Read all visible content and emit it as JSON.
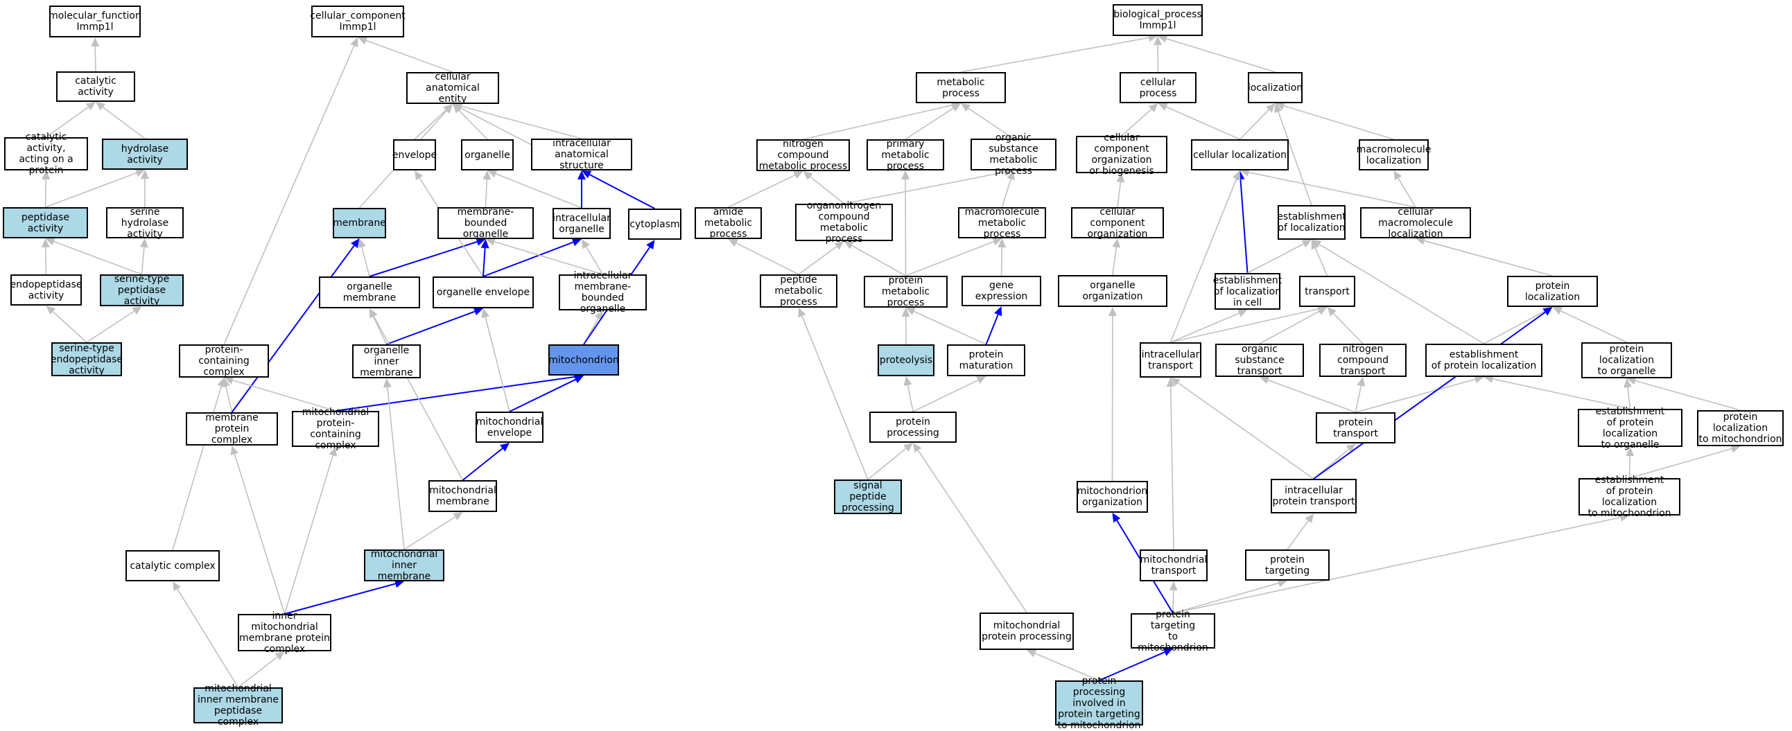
{
  "colors": {
    "plain": "#ffffff",
    "highlight": "#add8e6",
    "focus": "#6495ed",
    "edge": "#c0c0c0",
    "blue_edge": "#0000ff"
  },
  "nodes": {
    "mf_root": {
      "label": "molecular_function\nImmp1l",
      "style": "plain"
    },
    "catalytic_activity": {
      "label": "catalytic activity",
      "style": "plain"
    },
    "cat_protein": {
      "label": "catalytic activity,\nacting on a\nprotein",
      "style": "plain"
    },
    "hydrolase": {
      "label": "hydrolase activity",
      "style": "highlight"
    },
    "peptidase": {
      "label": "peptidase activity",
      "style": "highlight"
    },
    "serine_hydrolase": {
      "label": "serine hydrolase\nactivity",
      "style": "plain"
    },
    "endopeptidase": {
      "label": "endopeptidase\nactivity",
      "style": "plain"
    },
    "serine_peptidase": {
      "label": "serine-type\npeptidase activity",
      "style": "highlight"
    },
    "serine_endopeptidase": {
      "label": "serine-type\nendopeptidase\nactivity",
      "style": "highlight"
    },
    "cc_root": {
      "label": "cellular_component\nImmp1l",
      "style": "plain"
    },
    "cae": {
      "label": "cellular anatomical\nentity",
      "style": "plain"
    },
    "envelope": {
      "label": "envelope",
      "style": "plain"
    },
    "organelle": {
      "label": "organelle",
      "style": "plain"
    },
    "ias": {
      "label": "intracellular\nanatomical structure",
      "style": "plain"
    },
    "membrane": {
      "label": "membrane",
      "style": "highlight"
    },
    "mbo": {
      "label": "membrane-bounded\norganelle",
      "style": "plain"
    },
    "io": {
      "label": "intracellular\norganelle",
      "style": "plain"
    },
    "cytoplasm": {
      "label": "cytoplasm",
      "style": "plain"
    },
    "org_membrane": {
      "label": "organelle membrane",
      "style": "plain"
    },
    "org_envelope": {
      "label": "organelle envelope",
      "style": "plain"
    },
    "imbo": {
      "label": "intracellular\nmembrane-bounded\norganelle",
      "style": "plain"
    },
    "pcc": {
      "label": "protein-containing\ncomplex",
      "style": "plain"
    },
    "oim": {
      "label": "organelle inner\nmembrane",
      "style": "plain"
    },
    "mitochondrion": {
      "label": "mitochondrion",
      "style": "focus"
    },
    "mpc": {
      "label": "membrane protein\ncomplex",
      "style": "plain"
    },
    "mpcc": {
      "label": "mitochondrial\nprotein-containing\ncomplex",
      "style": "plain"
    },
    "mito_env": {
      "label": "mitochondrial\nenvelope",
      "style": "plain"
    },
    "mito_mem": {
      "label": "mitochondrial\nmembrane",
      "style": "plain"
    },
    "cat_complex": {
      "label": "catalytic complex",
      "style": "plain"
    },
    "mim": {
      "label": "mitochondrial\ninner membrane",
      "style": "highlight"
    },
    "imm_pc": {
      "label": "inner mitochondrial\nmembrane protein\ncomplex",
      "style": "plain"
    },
    "mimpc": {
      "label": "mitochondrial\ninner membrane\npeptidase complex",
      "style": "highlight"
    },
    "bp_root": {
      "label": "biological_process\nImmp1l",
      "style": "plain"
    },
    "metabolic": {
      "label": "metabolic process",
      "style": "plain"
    },
    "cellular_process": {
      "label": "cellular process",
      "style": "plain"
    },
    "localization": {
      "label": "localization",
      "style": "plain"
    },
    "ncmp": {
      "label": "nitrogen compound\nmetabolic process",
      "style": "plain"
    },
    "pmp": {
      "label": "primary metabolic\nprocess",
      "style": "plain"
    },
    "osmp": {
      "label": "organic substance\nmetabolic process",
      "style": "plain"
    },
    "ccob": {
      "label": "cellular component\norganization\nor biogenesis",
      "style": "plain"
    },
    "cell_loc": {
      "label": "cellular localization",
      "style": "plain"
    },
    "macro_loc": {
      "label": "macromolecule\nlocalization",
      "style": "plain"
    },
    "amp": {
      "label": "amide metabolic\nprocess",
      "style": "plain"
    },
    "oncmp": {
      "label": "organonitrogen\ncompound metabolic\nprocess",
      "style": "plain"
    },
    "mmp": {
      "label": "macromolecule\nmetabolic process",
      "style": "plain"
    },
    "cco": {
      "label": "cellular component\norganization",
      "style": "plain"
    },
    "est_loc": {
      "label": "establishment\nof localization",
      "style": "plain"
    },
    "cml": {
      "label": "cellular macromolecule\nlocalization",
      "style": "plain"
    },
    "pep_mp": {
      "label": "peptide metabolic\nprocess",
      "style": "plain"
    },
    "prot_mp": {
      "label": "protein metabolic\nprocess",
      "style": "plain"
    },
    "gene_expr": {
      "label": "gene expression",
      "style": "plain"
    },
    "org_org": {
      "label": "organelle organization",
      "style": "plain"
    },
    "elic": {
      "label": "establishment\nof localization\nin cell",
      "style": "plain"
    },
    "transport": {
      "label": "transport",
      "style": "plain"
    },
    "prot_loc": {
      "label": "protein localization",
      "style": "plain"
    },
    "proteolysis": {
      "label": "proteolysis",
      "style": "highlight"
    },
    "prot_mat": {
      "label": "protein maturation",
      "style": "plain"
    },
    "ic_transport": {
      "label": "intracellular\ntransport",
      "style": "plain"
    },
    "ost": {
      "label": "organic substance\ntransport",
      "style": "plain"
    },
    "nct": {
      "label": "nitrogen compound\ntransport",
      "style": "plain"
    },
    "epl": {
      "label": "establishment\nof protein localization",
      "style": "plain"
    },
    "plo": {
      "label": "protein localization\nto organelle",
      "style": "plain"
    },
    "prot_proc": {
      "label": "protein processing",
      "style": "plain"
    },
    "prot_transport": {
      "label": "protein transport",
      "style": "plain"
    },
    "eplo": {
      "label": "establishment\nof protein localization\nto organelle",
      "style": "plain"
    },
    "plm": {
      "label": "protein localization\nto mitochondrion",
      "style": "plain"
    },
    "spp": {
      "label": "signal peptide\nprocessing",
      "style": "highlight"
    },
    "mito_org": {
      "label": "mitochondrion\norganization",
      "style": "plain"
    },
    "icpt": {
      "label": "intracellular\nprotein transport",
      "style": "plain"
    },
    "eplm": {
      "label": "establishment\nof protein localization\nto mitochondrion",
      "style": "plain"
    },
    "mito_transport": {
      "label": "mitochondrial\ntransport",
      "style": "plain"
    },
    "prot_target": {
      "label": "protein targeting",
      "style": "plain"
    },
    "mpp": {
      "label": "mitochondrial\nprotein processing",
      "style": "plain"
    },
    "ptm": {
      "label": "protein targeting\nto mitochondrion",
      "style": "plain"
    },
    "pp_ptm": {
      "label": "protein processing\ninvolved in\nprotein targeting\nto mitochondrion",
      "style": "highlight"
    }
  },
  "edges": [
    {
      "from": "catalytic_activity",
      "to": "mf_root"
    },
    {
      "from": "cat_protein",
      "to": "catalytic_activity"
    },
    {
      "from": "hydrolase",
      "to": "catalytic_activity"
    },
    {
      "from": "peptidase",
      "to": "cat_protein"
    },
    {
      "from": "peptidase",
      "to": "hydrolase"
    },
    {
      "from": "serine_hydrolase",
      "to": "hydrolase"
    },
    {
      "from": "endopeptidase",
      "to": "peptidase"
    },
    {
      "from": "serine_peptidase",
      "to": "peptidase"
    },
    {
      "from": "serine_peptidase",
      "to": "serine_hydrolase"
    },
    {
      "from": "serine_endopeptidase",
      "to": "endopeptidase"
    },
    {
      "from": "serine_endopeptidase",
      "to": "serine_peptidase"
    },
    {
      "from": "cae",
      "to": "cc_root"
    },
    {
      "from": "pcc",
      "to": "cc_root"
    },
    {
      "from": "envelope",
      "to": "cae"
    },
    {
      "from": "organelle",
      "to": "cae"
    },
    {
      "from": "ias",
      "to": "cae"
    },
    {
      "from": "membrane",
      "to": "cae"
    },
    {
      "from": "cytoplasm",
      "to": "cae"
    },
    {
      "from": "mbo",
      "to": "organelle"
    },
    {
      "from": "io",
      "to": "organelle"
    },
    {
      "from": "io",
      "to": "ias",
      "blue": true
    },
    {
      "from": "cytoplasm",
      "to": "ias",
      "blue": true
    },
    {
      "from": "org_membrane",
      "to": "membrane"
    },
    {
      "from": "org_membrane",
      "to": "mbo",
      "blue": true
    },
    {
      "from": "org_envelope",
      "to": "envelope"
    },
    {
      "from": "org_envelope",
      "to": "mbo",
      "blue": true
    },
    {
      "from": "org_envelope",
      "to": "io",
      "blue": true
    },
    {
      "from": "imbo",
      "to": "mbo"
    },
    {
      "from": "imbo",
      "to": "io"
    },
    {
      "from": "oim",
      "to": "org_membrane"
    },
    {
      "from": "oim",
      "to": "org_envelope",
      "blue": true
    },
    {
      "from": "mitochondrion",
      "to": "imbo"
    },
    {
      "from": "mitochondrion",
      "to": "cytoplasm",
      "blue": true
    },
    {
      "from": "mpc",
      "to": "pcc"
    },
    {
      "from": "mpc",
      "to": "membrane",
      "blue": true
    },
    {
      "from": "mpcc",
      "to": "pcc"
    },
    {
      "from": "mpcc",
      "to": "mitochondrion",
      "blue": true
    },
    {
      "from": "mito_env",
      "to": "org_envelope"
    },
    {
      "from": "mito_env",
      "to": "mitochondrion",
      "blue": true
    },
    {
      "from": "mito_mem",
      "to": "org_membrane"
    },
    {
      "from": "mito_mem",
      "to": "mito_env",
      "blue": true
    },
    {
      "from": "cat_complex",
      "to": "pcc"
    },
    {
      "from": "mim",
      "to": "oim"
    },
    {
      "from": "mim",
      "to": "mito_mem"
    },
    {
      "from": "imm_pc",
      "to": "mpc"
    },
    {
      "from": "imm_pc",
      "to": "mpcc"
    },
    {
      "from": "imm_pc",
      "to": "mim",
      "blue": true
    },
    {
      "from": "mimpc",
      "to": "cat_complex"
    },
    {
      "from": "mimpc",
      "to": "imm_pc"
    },
    {
      "from": "metabolic",
      "to": "bp_root"
    },
    {
      "from": "cellular_process",
      "to": "bp_root"
    },
    {
      "from": "localization",
      "to": "bp_root"
    },
    {
      "from": "ncmp",
      "to": "metabolic"
    },
    {
      "from": "pmp",
      "to": "metabolic"
    },
    {
      "from": "osmp",
      "to": "metabolic"
    },
    {
      "from": "ccob",
      "to": "cellular_process"
    },
    {
      "from": "cell_loc",
      "to": "cellular_process"
    },
    {
      "from": "cell_loc",
      "to": "localization"
    },
    {
      "from": "macro_loc",
      "to": "localization"
    },
    {
      "from": "amp",
      "to": "ncmp"
    },
    {
      "from": "oncmp",
      "to": "ncmp"
    },
    {
      "from": "oncmp",
      "to": "osmp"
    },
    {
      "from": "mmp",
      "to": "osmp"
    },
    {
      "from": "cco",
      "to": "ccob"
    },
    {
      "from": "est_loc",
      "to": "localization"
    },
    {
      "from": "cml",
      "to": "cell_loc"
    },
    {
      "from": "cml",
      "to": "macro_loc"
    },
    {
      "from": "pep_mp",
      "to": "amp"
    },
    {
      "from": "pep_mp",
      "to": "oncmp"
    },
    {
      "from": "prot_mp",
      "to": "oncmp"
    },
    {
      "from": "prot_mp",
      "to": "pmp"
    },
    {
      "from": "prot_mp",
      "to": "mmp"
    },
    {
      "from": "gene_expr",
      "to": "mmp"
    },
    {
      "from": "org_org",
      "to": "cco"
    },
    {
      "from": "elic",
      "to": "cell_loc",
      "blue": true
    },
    {
      "from": "elic",
      "to": "est_loc"
    },
    {
      "from": "transport",
      "to": "est_loc"
    },
    {
      "from": "prot_loc",
      "to": "cml"
    },
    {
      "from": "proteolysis",
      "to": "prot_mp"
    },
    {
      "from": "prot_mat",
      "to": "prot_mp"
    },
    {
      "from": "prot_mat",
      "to": "gene_expr",
      "blue": true
    },
    {
      "from": "ic_transport",
      "to": "cell_loc"
    },
    {
      "from": "ic_transport",
      "to": "elic"
    },
    {
      "from": "ic_transport",
      "to": "transport"
    },
    {
      "from": "ost",
      "to": "transport"
    },
    {
      "from": "nct",
      "to": "transport"
    },
    {
      "from": "epl",
      "to": "est_loc"
    },
    {
      "from": "epl",
      "to": "prot_loc"
    },
    {
      "from": "plo",
      "to": "prot_loc"
    },
    {
      "from": "prot_proc",
      "to": "proteolysis"
    },
    {
      "from": "prot_proc",
      "to": "prot_mat"
    },
    {
      "from": "prot_transport",
      "to": "ost"
    },
    {
      "from": "prot_transport",
      "to": "nct"
    },
    {
      "from": "prot_transport",
      "to": "epl"
    },
    {
      "from": "eplo",
      "to": "epl"
    },
    {
      "from": "eplo",
      "to": "plo"
    },
    {
      "from": "plm",
      "to": "plo"
    },
    {
      "from": "spp",
      "to": "pep_mp"
    },
    {
      "from": "spp",
      "to": "prot_proc"
    },
    {
      "from": "mito_org",
      "to": "org_org"
    },
    {
      "from": "icpt",
      "to": "ic_transport"
    },
    {
      "from": "icpt",
      "to": "prot_transport"
    },
    {
      "from": "icpt",
      "to": "prot_loc",
      "blue": true
    },
    {
      "from": "eplm",
      "to": "eplo"
    },
    {
      "from": "eplm",
      "to": "plm"
    },
    {
      "from": "mito_transport",
      "to": "ic_transport"
    },
    {
      "from": "prot_target",
      "to": "icpt"
    },
    {
      "from": "mpp",
      "to": "prot_proc"
    },
    {
      "from": "ptm",
      "to": "eplm"
    },
    {
      "from": "ptm",
      "to": "mito_transport"
    },
    {
      "from": "ptm",
      "to": "prot_target"
    },
    {
      "from": "ptm",
      "to": "mito_org",
      "blue": true
    },
    {
      "from": "pp_ptm",
      "to": "mpp"
    },
    {
      "from": "pp_ptm",
      "to": "ptm",
      "blue": true
    }
  ]
}
